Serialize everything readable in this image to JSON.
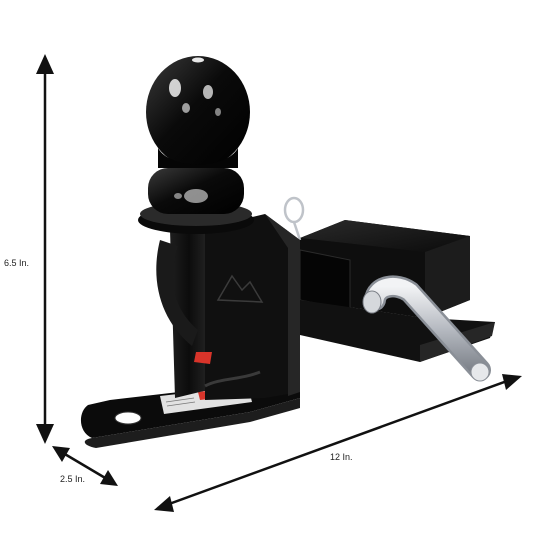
{
  "dimensions": {
    "height": "6.5 In.",
    "width": "2.5 In.",
    "length": "12 In."
  },
  "colors": {
    "background": "#ffffff",
    "arrow": "#111111",
    "hitch_black": "#0d0d0d",
    "pin_silver": "#c9ccd2",
    "warning_label": "#e2e2e2",
    "warning_red": "#d8342a"
  },
  "icons": {
    "emblem": "mountain-icon"
  }
}
